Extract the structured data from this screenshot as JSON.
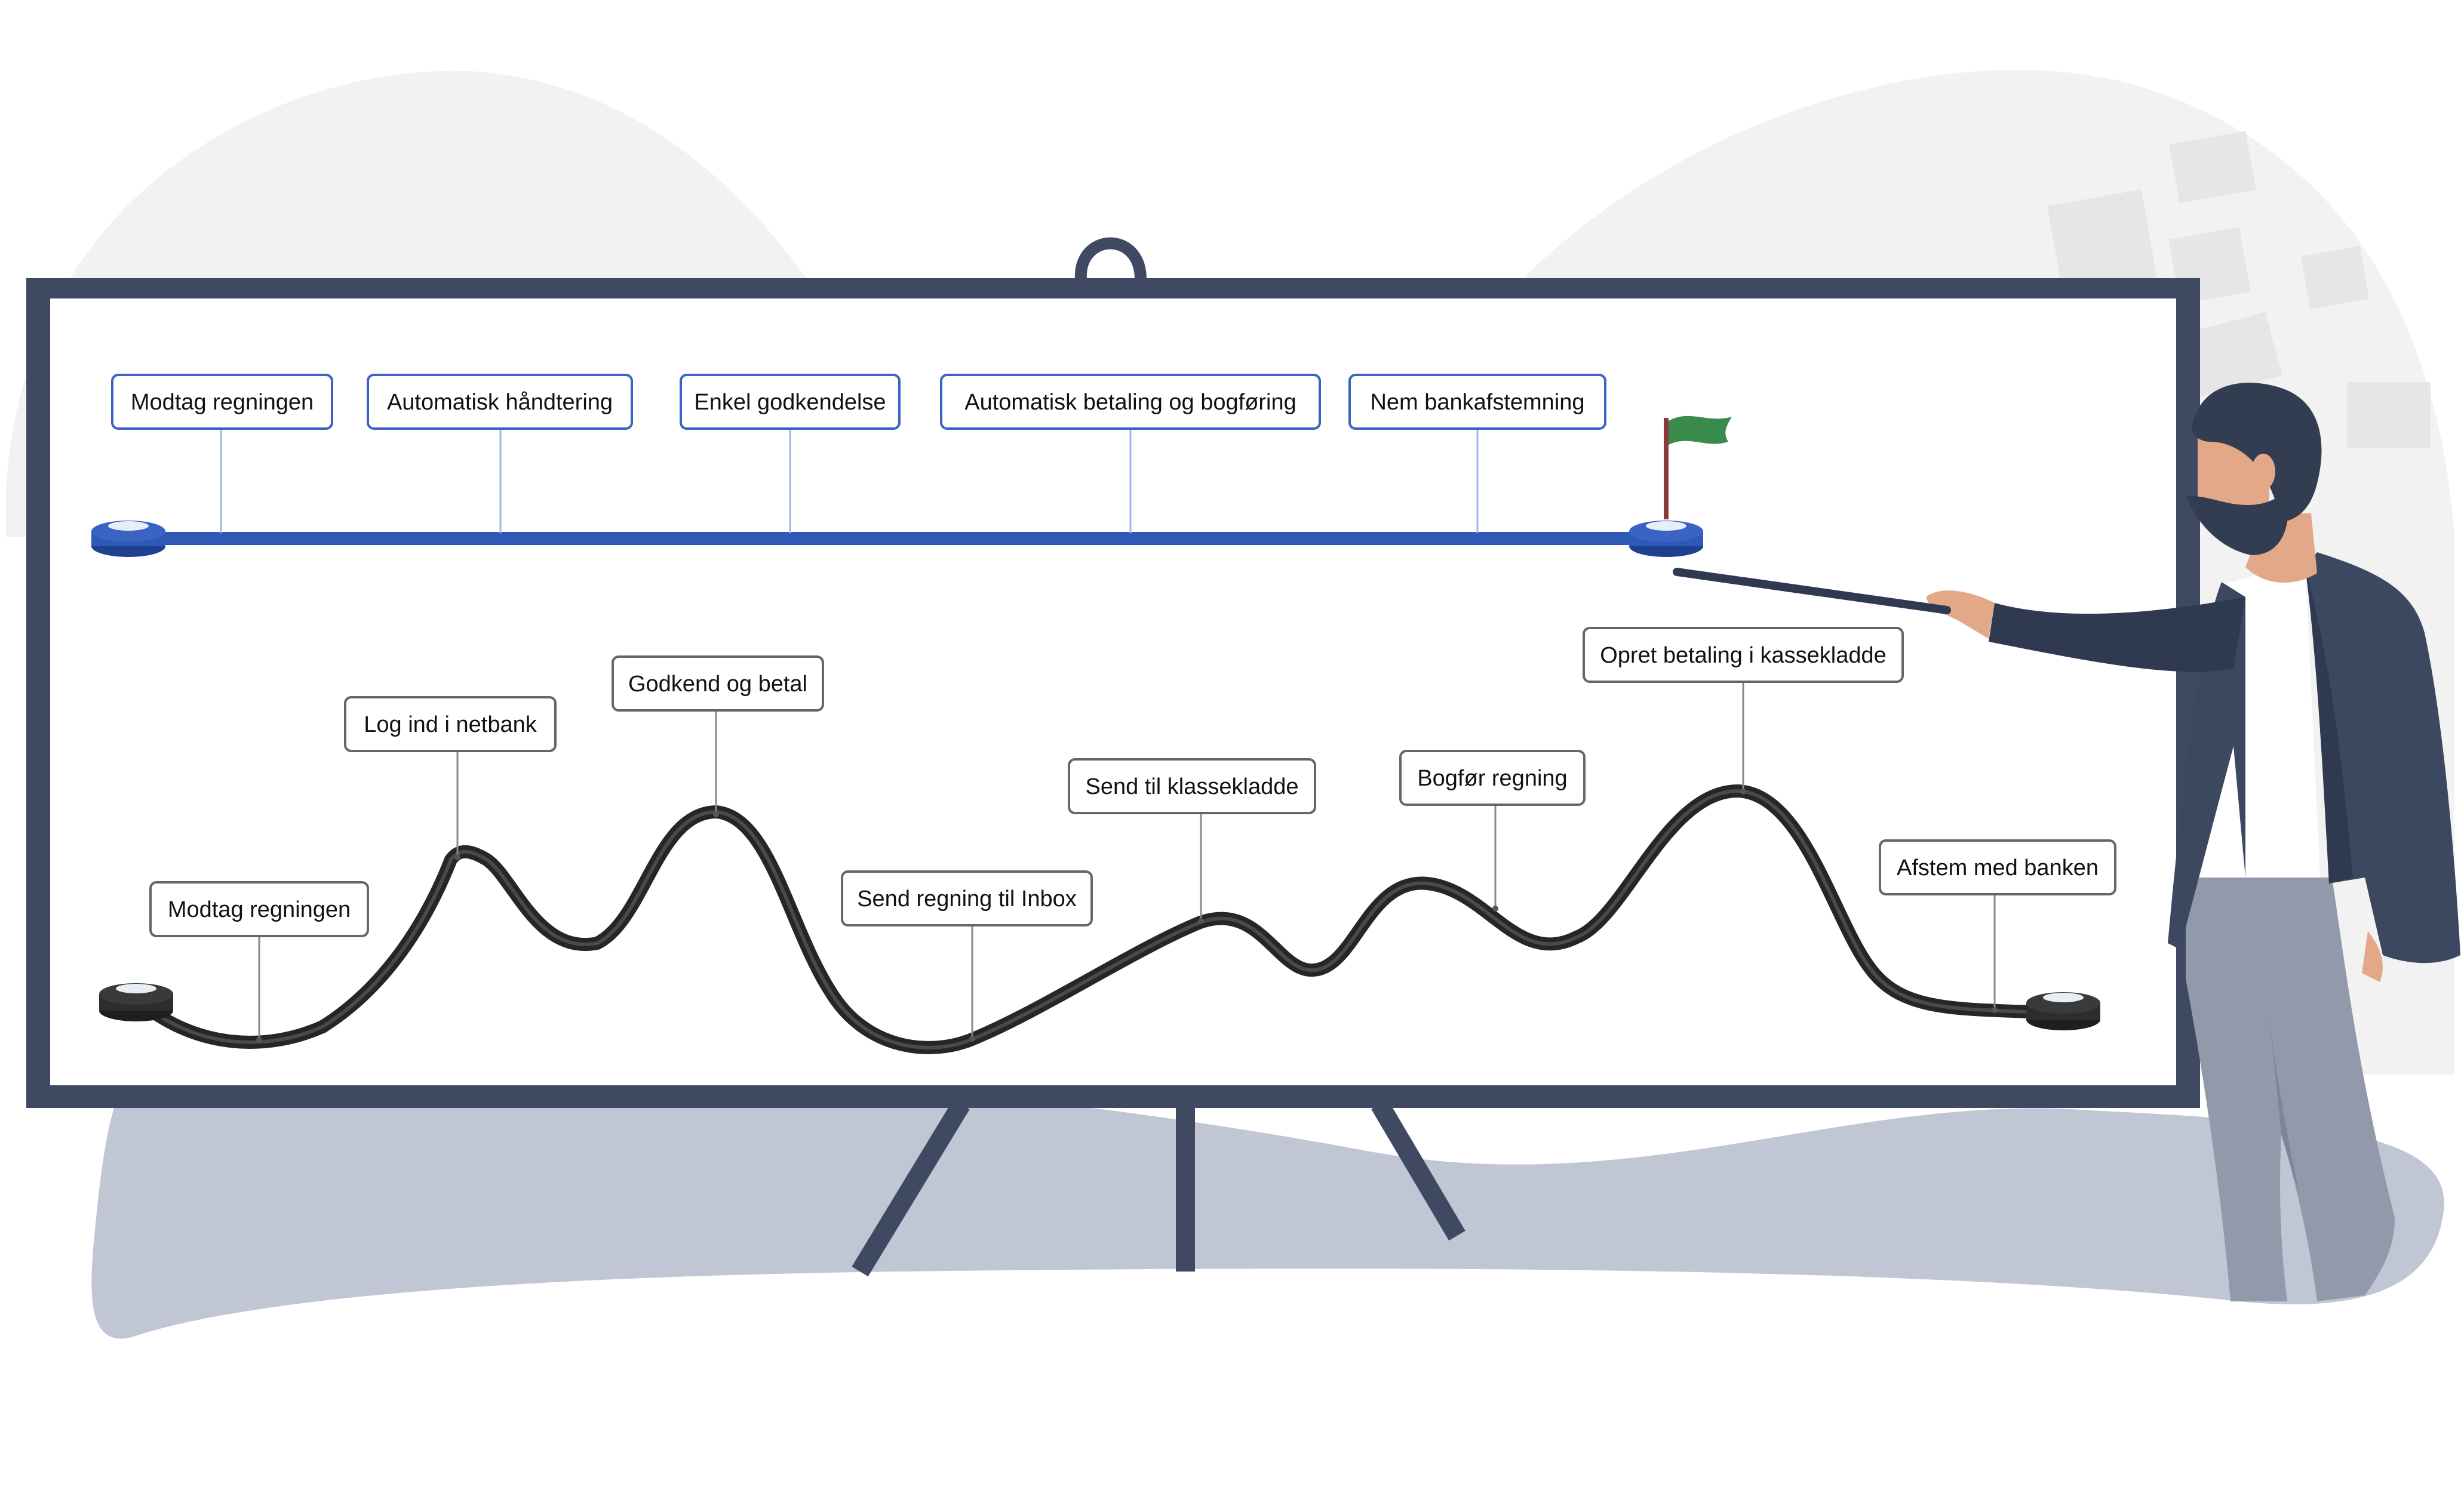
{
  "top_timeline": {
    "steps": [
      "Modtag regningen",
      "Automatisk håndtering",
      "Enkel godkendelse",
      "Automatisk betaling og bogføring",
      "Nem bankafstemning"
    ]
  },
  "bottom_timeline": {
    "steps": [
      "Modtag regningen",
      "Log ind i netbank",
      "Godkend og betal",
      "Send regning til Inbox",
      "Send til klassekladde",
      "Bogfør regning",
      "Opret betaling i kassekladde",
      "Afstem med banken"
    ]
  },
  "colors": {
    "top_track": "#2f59b6",
    "top_label_border": "#3b63c4",
    "bottom_track": "#252525",
    "bottom_label_border": "#666666",
    "board_frame": "#3f4a62",
    "backdrop": "#f2f2f2",
    "floor": "#c0c6d3",
    "flag": "#3a8a4c",
    "jacket": "#3c4760",
    "hair_beard": "#333d52",
    "skin": "#e3a887",
    "trousers": "#9199aa"
  },
  "icons": [
    "flag-icon"
  ]
}
